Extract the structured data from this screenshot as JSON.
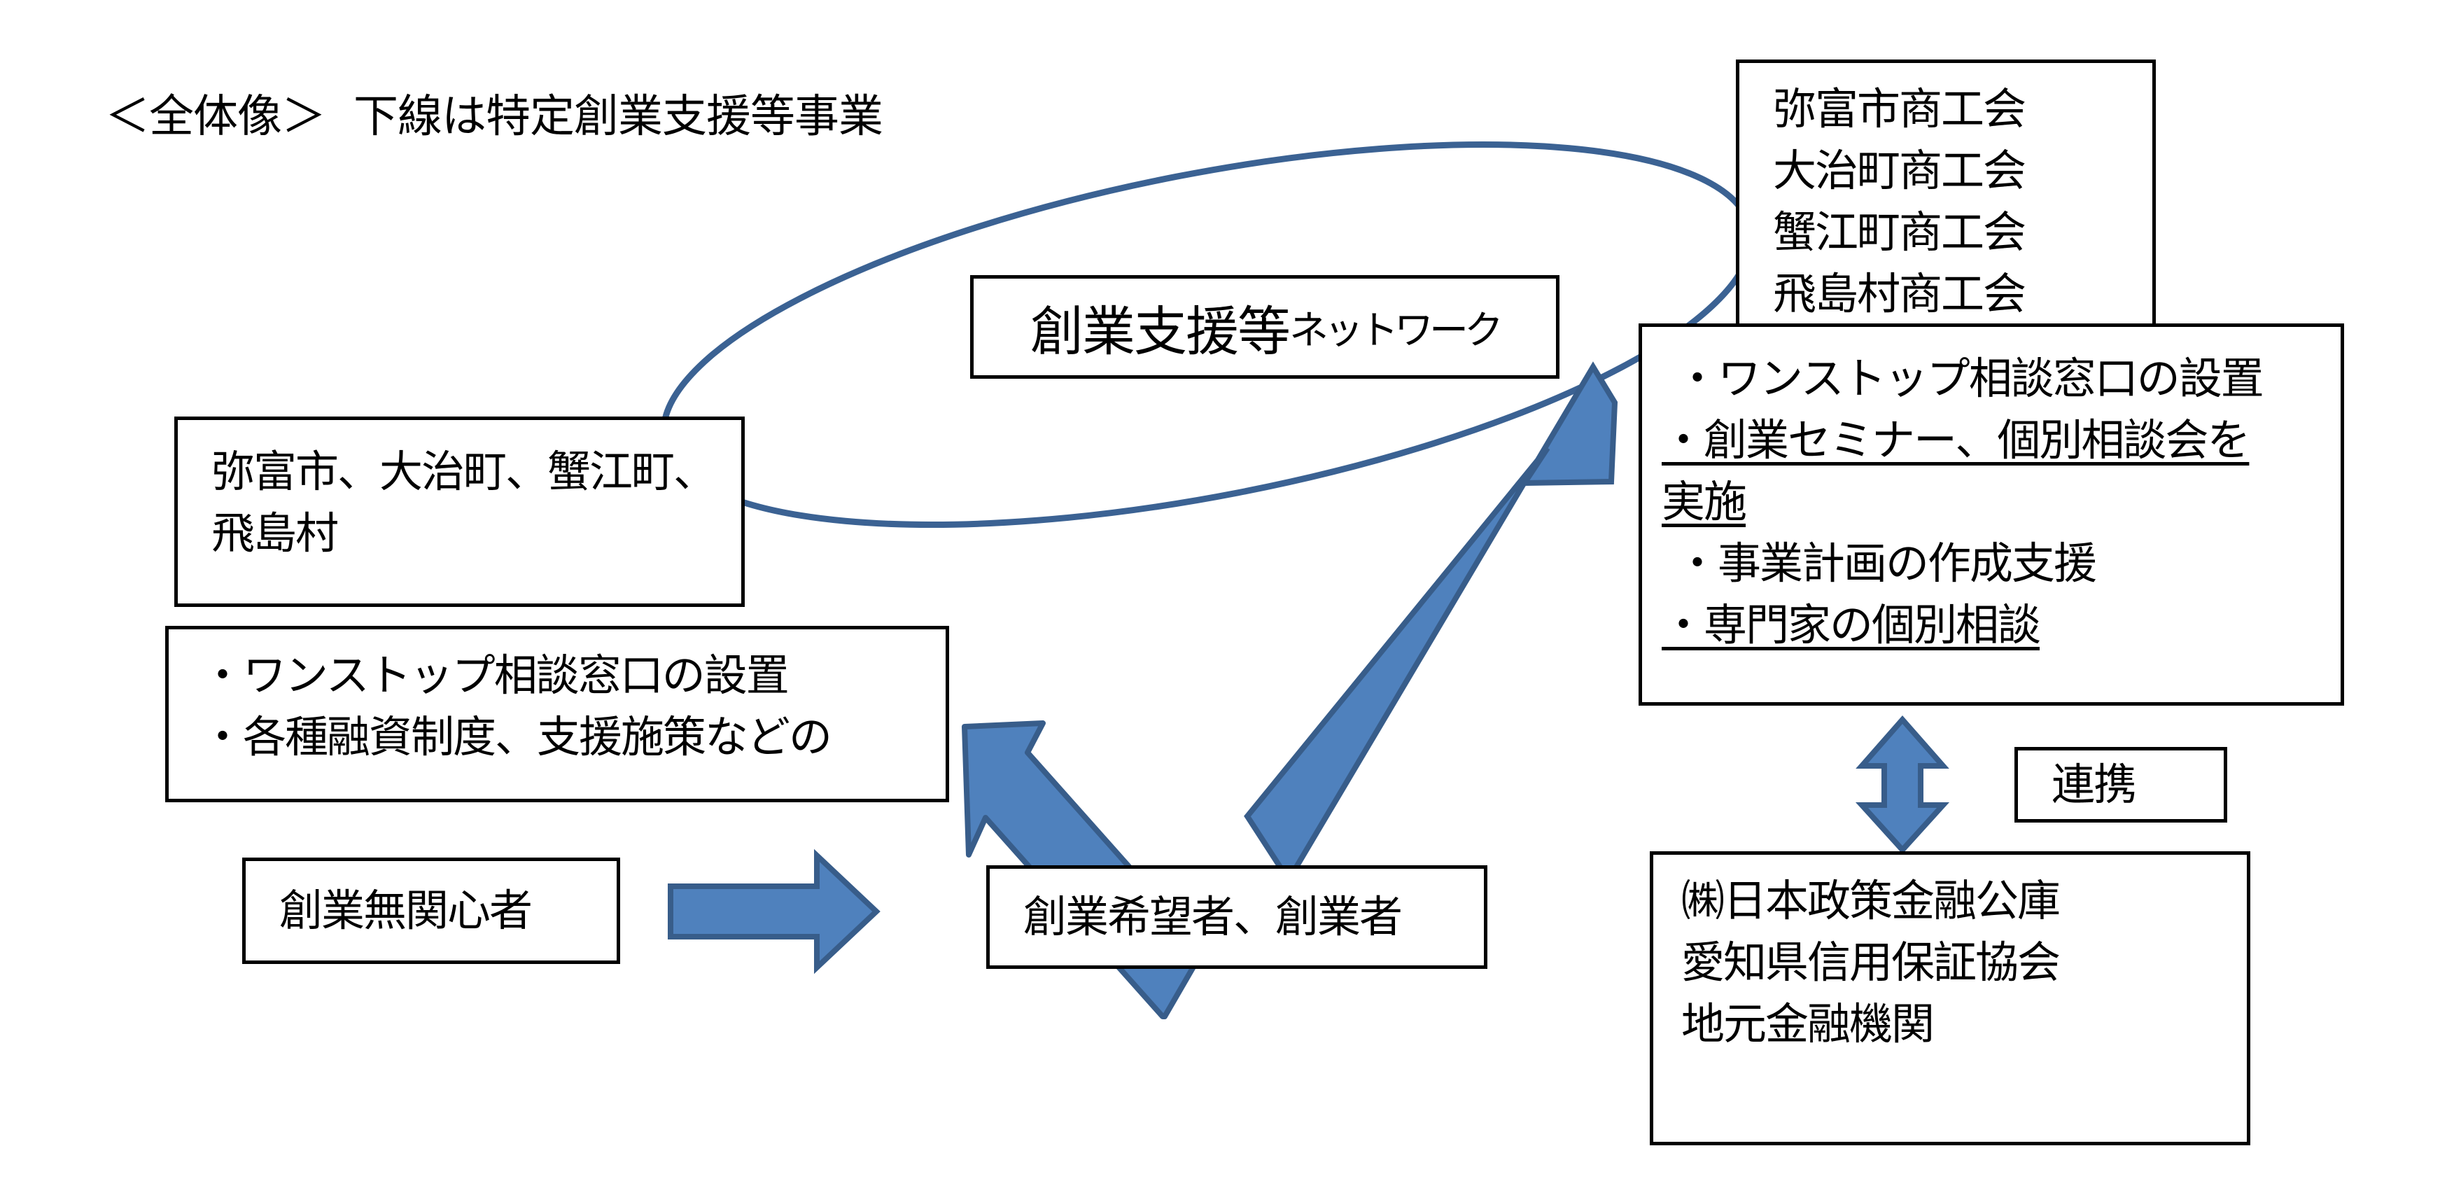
{
  "title": {
    "heading": "＜全体像＞",
    "note": "下線は特定創業支援等事業"
  },
  "network_label": {
    "main": "創業支援等",
    "small": "ネットワーク"
  },
  "chambers_box": {
    "lines": [
      "弥富市商工会",
      "大治町商工会",
      "蟹江町商工会",
      "飛島村商工会"
    ]
  },
  "municipalities_box": {
    "lines": [
      "弥富市、大治町、蟹江町、",
      "飛島村"
    ]
  },
  "municipal_services_box": {
    "lines": [
      "・ワンストップ相談窓口の設置",
      "・各種融資制度、支援施策などの"
    ]
  },
  "chamber_services_box": {
    "items": [
      {
        "text": "・ワンストップ相談窓口の設置",
        "underlined": false
      },
      {
        "text": "・創業セミナー、個別相談会を",
        "underlined": true
      },
      {
        "text": "実施",
        "underlined": true
      },
      {
        "text": "・事業計画の作成支援",
        "underlined": false
      },
      {
        "text": "・専門家の個別相談",
        "underlined": true
      }
    ]
  },
  "cooperation_label": "連携",
  "finance_box": {
    "lines": [
      "㈱日本政策金融公庫",
      "愛知県信用保証協会",
      "地元金融機関"
    ]
  },
  "uninterested_box": "創業無関心者",
  "aspirants_box": "創業希望者、創業者",
  "colors": {
    "arrow_fill": "#4F81BD",
    "arrow_stroke": "#385D8A",
    "ellipse_stroke": "#3B6293",
    "box_border": "#000000"
  }
}
